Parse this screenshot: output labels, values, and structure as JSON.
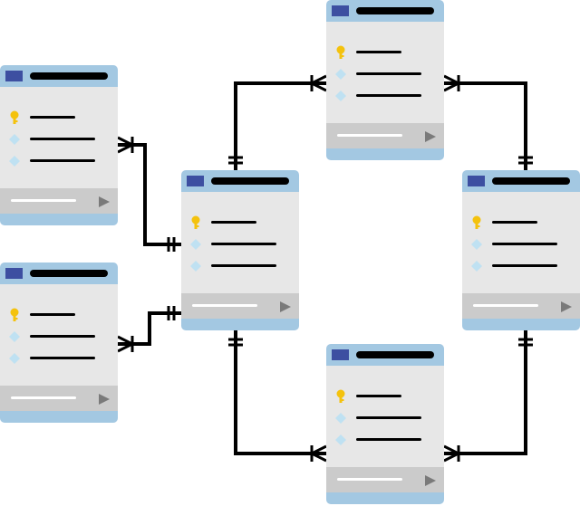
{
  "colors": {
    "header": "#a3c8e2",
    "title_icon": "#3d4fa1",
    "body": "#e7e7e7",
    "footer": "#cbcbcb",
    "key": "#f4c20d",
    "field": "#bfe1f2",
    "line": "#000000"
  },
  "tables": [
    {
      "id": "left-top",
      "fields": [
        "key-icon",
        "diamond-icon",
        "diamond-icon"
      ]
    },
    {
      "id": "left-bottom",
      "fields": [
        "key-icon",
        "diamond-icon",
        "diamond-icon"
      ]
    },
    {
      "id": "center",
      "fields": [
        "key-icon",
        "diamond-icon",
        "diamond-icon"
      ]
    },
    {
      "id": "top",
      "fields": [
        "key-icon",
        "diamond-icon",
        "diamond-icon"
      ]
    },
    {
      "id": "right",
      "fields": [
        "key-icon",
        "diamond-icon",
        "diamond-icon"
      ]
    },
    {
      "id": "bottom",
      "fields": [
        "key-icon",
        "diamond-icon",
        "diamond-icon"
      ]
    }
  ],
  "relationships": [
    {
      "from": "left-top",
      "to": "center",
      "type": "many-to-one"
    },
    {
      "from": "left-bottom",
      "to": "center",
      "type": "many-to-one"
    },
    {
      "from": "center",
      "to": "top",
      "type": "one-to-many"
    },
    {
      "from": "center",
      "to": "bottom",
      "type": "one-to-many"
    },
    {
      "from": "right",
      "to": "top",
      "type": "one-to-many"
    },
    {
      "from": "right",
      "to": "bottom",
      "type": "one-to-many"
    }
  ]
}
